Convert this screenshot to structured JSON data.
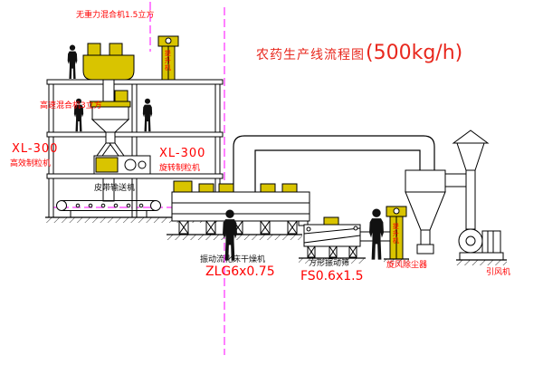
{
  "title": {
    "main": "农药生产线流程图",
    "capacity": "(500kg/h)"
  },
  "labels": {
    "top_mixer": "无重力混合机1.5立方",
    "high_speed_mixer": "高速混合机3立方",
    "granulator_left_model": "XL-300",
    "granulator_left_name": "高效制粒机",
    "granulator_center_model": "XL-300",
    "granulator_center_name": "旋转制粒机",
    "belt_conveyor": "皮带输送机",
    "dryer_name": "振动流化床干燥机",
    "dryer_model": "ZLG6x0.75",
    "screen_name": "方形振动筛",
    "screen_model": "FS0.6x1.5",
    "cyclone": "旋风除尘器",
    "fan": "引风机",
    "elevator_top": "提升机",
    "elevator_right": "提升机"
  },
  "colors": {
    "label_red": "#ff0000",
    "line_black": "#000000",
    "equipment_yellow": "#d9c400",
    "centerline_magenta": "#ff00ff",
    "background": "#ffffff"
  }
}
